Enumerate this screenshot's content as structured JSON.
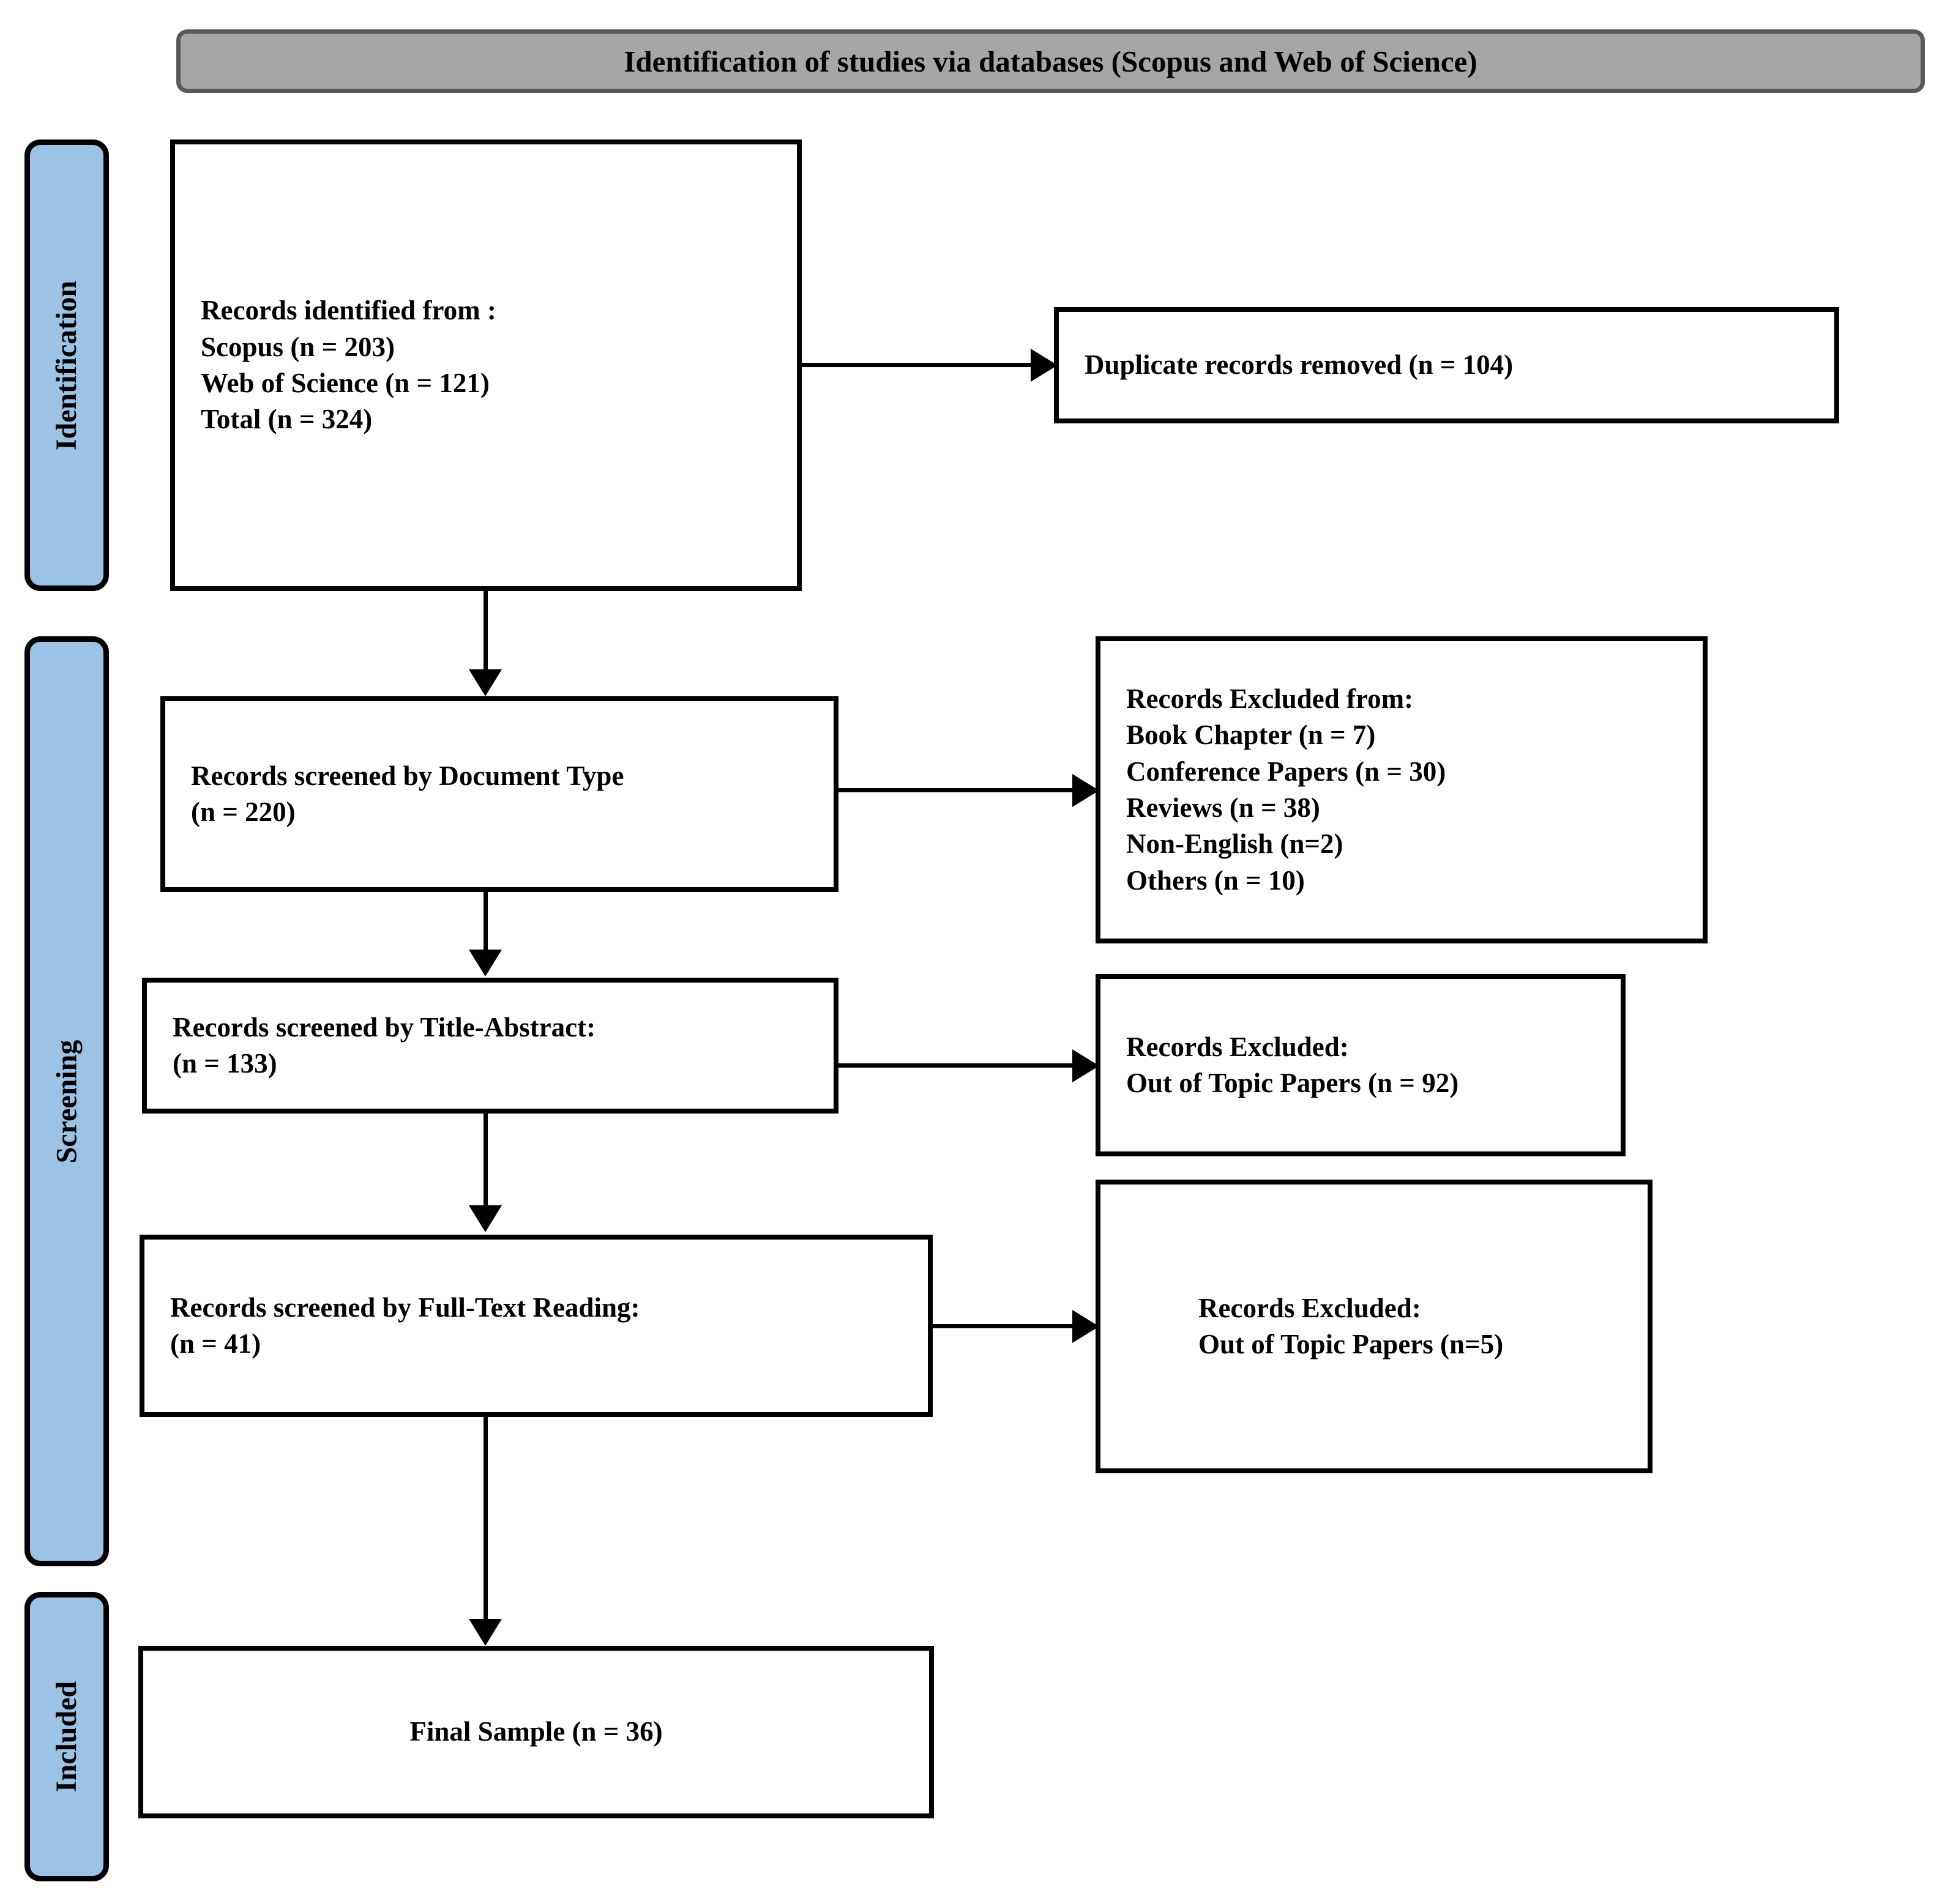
{
  "header": {
    "title": "Identification of studies via databases (Scopus and Web of Science)"
  },
  "stages": [
    {
      "id": "identification",
      "label": "Identification"
    },
    {
      "id": "screening",
      "label": "Screening"
    },
    {
      "id": "included",
      "label": "Included"
    }
  ],
  "boxes": {
    "identified": {
      "lines": [
        "Records identified from :",
        "Scopus (n = 203)",
        "Web of Science (n = 121)",
        "Total (n = 324)"
      ]
    },
    "duplicates": {
      "lines": [
        "Duplicate records removed (n = 104)"
      ]
    },
    "screened_doctype": {
      "lines": [
        "Records screened by Document Type",
        "(n = 220)"
      ]
    },
    "excluded_doctype": {
      "lines": [
        "Records Excluded from:",
        "Book Chapter (n = 7)",
        "Conference Papers (n = 30)",
        "Reviews (n = 38)",
        "Non-English (n=2)",
        "Others (n = 10)"
      ]
    },
    "screened_titleabstract": {
      "lines": [
        "Records screened by Title-Abstract:",
        "(n = 133)"
      ]
    },
    "excluded_titleabstract": {
      "lines": [
        "Records Excluded:",
        "Out of Topic Papers (n = 92)"
      ]
    },
    "screened_fulltext": {
      "lines": [
        "Records screened by Full-Text Reading:",
        "(n = 41)"
      ]
    },
    "excluded_fulltext": {
      "lines": [
        "Records Excluded:",
        "Out of Topic Papers (n=5)"
      ]
    },
    "final_sample": {
      "lines": [
        "Final Sample (n = 36)"
      ]
    }
  },
  "chart_data": {
    "type": "diagram",
    "title": "PRISMA flow diagram",
    "nodes": [
      {
        "stage": "Identification",
        "label": "Records identified from Scopus",
        "n": 203
      },
      {
        "stage": "Identification",
        "label": "Records identified from Web of Science",
        "n": 121
      },
      {
        "stage": "Identification",
        "label": "Total records identified",
        "n": 324
      },
      {
        "stage": "Identification",
        "label": "Duplicate records removed",
        "n": 104
      },
      {
        "stage": "Screening",
        "label": "Records screened by Document Type",
        "n": 220
      },
      {
        "stage": "Screening",
        "label": "Excluded: Book Chapter",
        "n": 7
      },
      {
        "stage": "Screening",
        "label": "Excluded: Conference Papers",
        "n": 30
      },
      {
        "stage": "Screening",
        "label": "Excluded: Reviews",
        "n": 38
      },
      {
        "stage": "Screening",
        "label": "Excluded: Non-English",
        "n": 2
      },
      {
        "stage": "Screening",
        "label": "Excluded: Others",
        "n": 10
      },
      {
        "stage": "Screening",
        "label": "Records screened by Title-Abstract",
        "n": 133
      },
      {
        "stage": "Screening",
        "label": "Excluded: Out of Topic Papers (title-abstract)",
        "n": 92
      },
      {
        "stage": "Screening",
        "label": "Records screened by Full-Text Reading",
        "n": 41
      },
      {
        "stage": "Screening",
        "label": "Excluded: Out of Topic Papers (full-text)",
        "n": 5
      },
      {
        "stage": "Included",
        "label": "Final Sample",
        "n": 36
      }
    ],
    "colors": {
      "stage_fill": "#9cc3e5",
      "header_fill": "#a6a6a6",
      "header_border": "#595959",
      "box_border": "#000000",
      "background": "#ffffff"
    }
  }
}
